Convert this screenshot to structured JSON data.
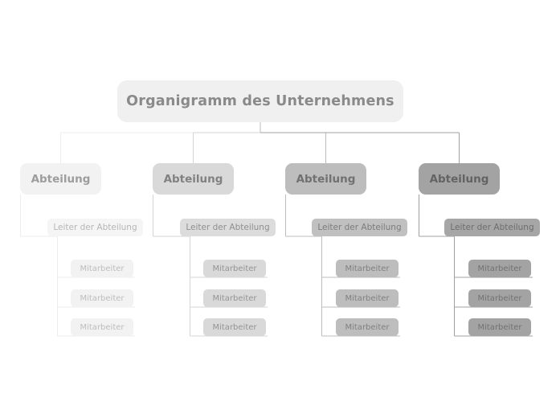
{
  "chart": {
    "title": "Organigramm des Unternehmens",
    "background": "#ffffff",
    "root": {
      "label": "Organigramm des Unternehmens",
      "fill": "#f0f0f0",
      "text": "#8a8a8a"
    },
    "branches": [
      {
        "dept": {
          "label": "Abteilung",
          "fill": "#f2f2f2",
          "text": "#9d9d9d"
        },
        "leiter": {
          "label": "Leiter der Abteilung",
          "fill": "#f5f5f5",
          "text": "#b6b6b6"
        },
        "staff": [
          {
            "label": "Mitarbeiter",
            "fill": "#f2f2f2",
            "text": "#bdbdbd"
          },
          {
            "label": "Mitarbeiter",
            "fill": "#f2f2f2",
            "text": "#bdbdbd"
          },
          {
            "label": "Mitarbeiter",
            "fill": "#f2f2f2",
            "text": "#bdbdbd"
          }
        ],
        "line": "#ededed"
      },
      {
        "dept": {
          "label": "Abteilung",
          "fill": "#d9d9d9",
          "text": "#818181"
        },
        "leiter": {
          "label": "Leiter der Abteilung",
          "fill": "#dcdcdc",
          "text": "#8f8f8f"
        },
        "staff": [
          {
            "label": "Mitarbeiter",
            "fill": "#d9d9d9",
            "text": "#949494"
          },
          {
            "label": "Mitarbeiter",
            "fill": "#d9d9d9",
            "text": "#949494"
          },
          {
            "label": "Mitarbeiter",
            "fill": "#d9d9d9",
            "text": "#949494"
          }
        ],
        "line": "#d5d5d5"
      },
      {
        "dept": {
          "label": "Abteilung",
          "fill": "#bdbdbd",
          "text": "#717171"
        },
        "leiter": {
          "label": "Leiter der Abteilung",
          "fill": "#c0c0c0",
          "text": "#7c7c7c"
        },
        "staff": [
          {
            "label": "Mitarbeiter",
            "fill": "#bdbdbd",
            "text": "#808080"
          },
          {
            "label": "Mitarbeiter",
            "fill": "#bdbdbd",
            "text": "#808080"
          },
          {
            "label": "Mitarbeiter",
            "fill": "#bdbdbd",
            "text": "#808080"
          }
        ],
        "line": "#bcbcbc"
      },
      {
        "dept": {
          "label": "Abteilung",
          "fill": "#a3a3a3",
          "text": "#636363"
        },
        "leiter": {
          "label": "Leiter der Abteilung",
          "fill": "#a6a6a6",
          "text": "#6e6e6e"
        },
        "staff": [
          {
            "label": "Mitarbeiter",
            "fill": "#a3a3a3",
            "text": "#727272"
          },
          {
            "label": "Mitarbeiter",
            "fill": "#a3a3a3",
            "text": "#727272"
          },
          {
            "label": "Mitarbeiter",
            "fill": "#a3a3a3",
            "text": "#727272"
          }
        ],
        "line": "#a0a0a0"
      }
    ]
  }
}
